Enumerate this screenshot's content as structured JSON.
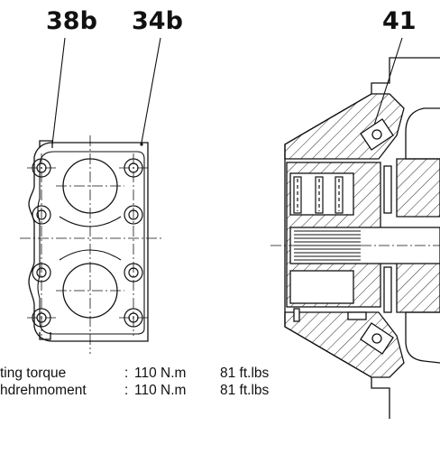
{
  "callouts": {
    "left_a": "38b",
    "left_b": "34b",
    "right": "41"
  },
  "torque_table": [
    {
      "label": "ting torque",
      "sep": ":",
      "metric": "110 N.m",
      "imperial": "81 ft.lbs"
    },
    {
      "label": "hdrehmoment",
      "sep": ":",
      "metric": "110 N.m",
      "imperial": "81 ft.lbs"
    }
  ],
  "colors": {
    "ink": "#111111",
    "background": "#ffffff"
  }
}
